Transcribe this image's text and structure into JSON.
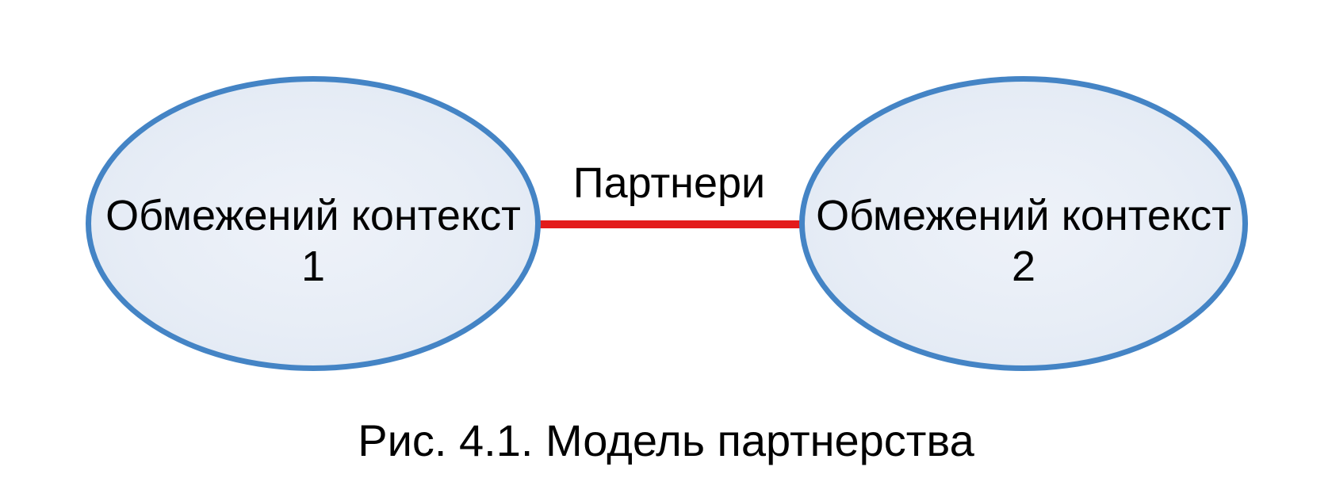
{
  "diagram": {
    "background_color": "#ffffff",
    "nodes": [
      {
        "id": "bounded-context-1",
        "label_line1": "Обмежений контекст",
        "label_line2": "1",
        "shape": "ellipse",
        "fill_color": "#e7edf6",
        "border_color": "#4484c5"
      },
      {
        "id": "bounded-context-2",
        "label_line1": "Обмежений контекст",
        "label_line2": "2",
        "shape": "ellipse",
        "fill_color": "#e7edf6",
        "border_color": "#4484c5"
      }
    ],
    "connector": {
      "label": "Партнери",
      "line_color": "#e31b1b",
      "from": "bounded-context-1",
      "to": "bounded-context-2"
    },
    "caption": "Рис. 4.1. Модель партнерства"
  }
}
